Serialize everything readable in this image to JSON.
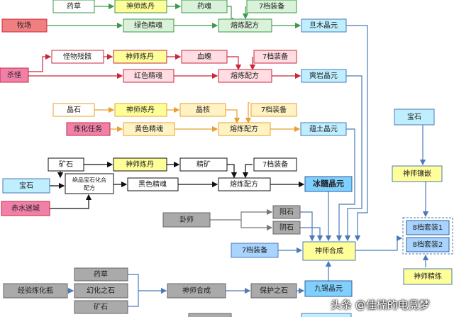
{
  "nodes": {
    "r1_herb": "药草",
    "r1_alchemy": "神师炼丹",
    "r1_soul": "药魂",
    "r1_equip": "7档装备",
    "r2_ranch": "牧场",
    "r2_essence": "绿色精魂",
    "r2_recipe": "熔炼配方",
    "r2_crystal": "旦木晶元",
    "r3_remains": "怪物残骸",
    "r3_alchemy": "神师炼丹",
    "r3_blood": "血魄",
    "r3_equip": "7档装备",
    "r4_kill": "杀怪",
    "r4_essence": "红色精魂",
    "r4_recipe": "熔炼配方",
    "r4_crystal": "爽岩晶元",
    "r5_crystal": "晶石",
    "r5_alchemy": "神师炼丹",
    "r5_core": "晶核",
    "r5_equip": "7档装备",
    "r6_task": "炼化任务",
    "r6_essence": "黄色精魂",
    "r6_recipe": "熔炼配方",
    "r6_crystal": "蕴土晶元",
    "r7_ore": "矿石",
    "r7_alchemy": "神师炼丹",
    "r7_fine": "精矿",
    "r7_equip": "7档装备",
    "r8_gem": "宝石",
    "r8_merge_a": "绝品宝石化合",
    "r8_merge_b": "配方",
    "r8_essence": "黑色精魂",
    "r8_recipe": "熔炼配方",
    "r8_crystal": "冰髓晶元",
    "r8_city": "赤水迷城",
    "r9_master": "卦师",
    "r9_yang": "阳石",
    "r9_yin": "阴石",
    "r10_equip": "7档装备",
    "r10_synth": "神师合成",
    "r11_herb": "药草",
    "r11_bottle": "经验炼化瓶",
    "r11_illusion": "幻化之石",
    "r11_ore": "矿石",
    "r11_synth": "神师合成",
    "r11_protect": "保护之石",
    "r11_crystal": "九锡晶元",
    "rt_gem": "宝石",
    "rt_inlay": "神师镶嵌",
    "rt_set1": "8档套装1",
    "rt_set2": "8档套装2",
    "rt_refine": "神师精练"
  },
  "watermark": "头条 @佳楠的电竞梦",
  "colors": {
    "green": "#3d9a4a",
    "red": "#c8283c",
    "orange": "#e8a030",
    "black": "#111111",
    "blue": "#4a7ab8",
    "grey": "#777777"
  }
}
